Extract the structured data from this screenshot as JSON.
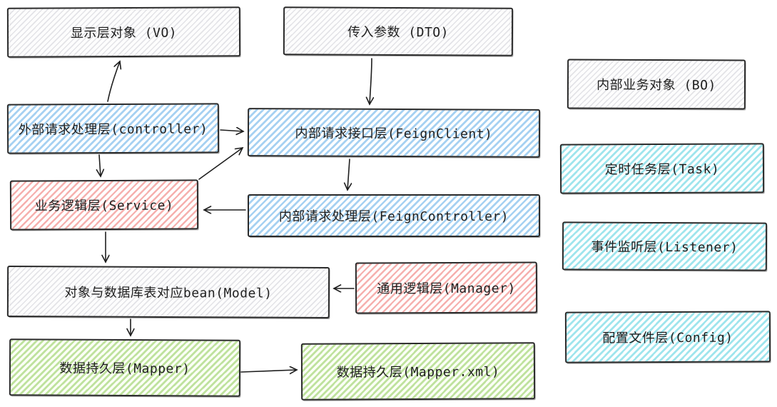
{
  "diagram": {
    "type": "flowchart",
    "title": "",
    "nodes": {
      "vo": {
        "label": "显示层对象 (VO)",
        "fill": "gray"
      },
      "dto": {
        "label": "传入参数 (DTO)",
        "fill": "gray"
      },
      "bo": {
        "label": "内部业务对象 (BO)",
        "fill": "gray"
      },
      "controller": {
        "label": "外部请求处理层(controller)",
        "fill": "blue"
      },
      "feign_client": {
        "label": "内部请求接口层(FeignClient)",
        "fill": "blue"
      },
      "feign_controller": {
        "label": "内部请求处理层(FeignController)",
        "fill": "blue"
      },
      "service": {
        "label": "业务逻辑层(Service)",
        "fill": "red"
      },
      "manager": {
        "label": "通用逻辑层(Manager)",
        "fill": "red"
      },
      "model": {
        "label": "对象与数据库表对应bean(Model)",
        "fill": "gray"
      },
      "mapper": {
        "label": "数据持久层(Mapper)",
        "fill": "green"
      },
      "mapper_xml": {
        "label": "数据持久层(Mapper.xml)",
        "fill": "green"
      },
      "task": {
        "label": "定时任务层(Task)",
        "fill": "cyan"
      },
      "listener": {
        "label": "事件监听层(Listener)",
        "fill": "cyan"
      },
      "config": {
        "label": "配置文件层(Config)",
        "fill": "cyan"
      }
    },
    "edges": [
      {
        "from": "controller",
        "to": "vo"
      },
      {
        "from": "dto",
        "to": "feign_client"
      },
      {
        "from": "controller",
        "to": "feign_client"
      },
      {
        "from": "controller",
        "to": "service"
      },
      {
        "from": "service",
        "to": "feign_client"
      },
      {
        "from": "feign_client",
        "to": "feign_controller"
      },
      {
        "from": "feign_controller",
        "to": "service"
      },
      {
        "from": "service",
        "to": "model"
      },
      {
        "from": "manager",
        "to": "model"
      },
      {
        "from": "model",
        "to": "mapper"
      },
      {
        "from": "mapper",
        "to": "mapper_xml"
      }
    ],
    "colors": {
      "stroke": "#2b2b2b",
      "text": "#1e1e1e",
      "gray_hatch": "#e3e3e7",
      "blue_hatch": "#a6d1f2",
      "red_hatch": "#f6b0ae",
      "green_hatch": "#bfe29e",
      "cyan_hatch": "#9fe5ed"
    }
  }
}
